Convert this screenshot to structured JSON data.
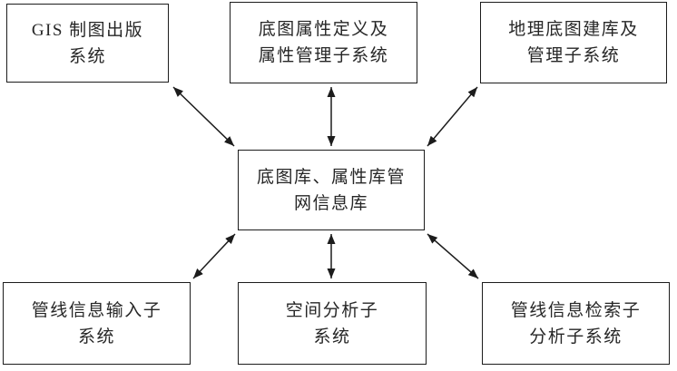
{
  "diagram": {
    "type": "hub-and-spoke system architecture",
    "colors": {
      "line": "#1c1c1c",
      "text": "#262626",
      "background": "#ffffff"
    },
    "nodes": [
      {
        "id": "gis",
        "position": "top-left",
        "lines": [
          "GIS 制图出版",
          "系统"
        ]
      },
      {
        "id": "attr-def",
        "position": "top-center",
        "lines": [
          "底图属性定义及",
          "属性管理子系统"
        ]
      },
      {
        "id": "geo-build",
        "position": "top-right",
        "lines": [
          "地理底图建库及",
          "管理子系统"
        ]
      },
      {
        "id": "central",
        "position": "center",
        "lines": [
          "底图库、属性库管",
          "网信息库"
        ]
      },
      {
        "id": "pipe-input",
        "position": "bottom-left",
        "lines": [
          "管线信息输入子",
          "系统"
        ]
      },
      {
        "id": "spatial",
        "position": "bottom-center",
        "lines": [
          "空间分析子",
          "系统"
        ]
      },
      {
        "id": "pipe-search",
        "position": "bottom-right",
        "lines": [
          "管线信息检索子",
          "分析子系统"
        ]
      }
    ],
    "edges": [
      {
        "from": "gis",
        "to": "central",
        "style": "double-arrow"
      },
      {
        "from": "attr-def",
        "to": "central",
        "style": "double-arrow"
      },
      {
        "from": "geo-build",
        "to": "central",
        "style": "double-arrow"
      },
      {
        "from": "pipe-input",
        "to": "central",
        "style": "double-arrow"
      },
      {
        "from": "spatial",
        "to": "central",
        "style": "double-arrow"
      },
      {
        "from": "pipe-search",
        "to": "central",
        "style": "double-arrow"
      }
    ]
  }
}
